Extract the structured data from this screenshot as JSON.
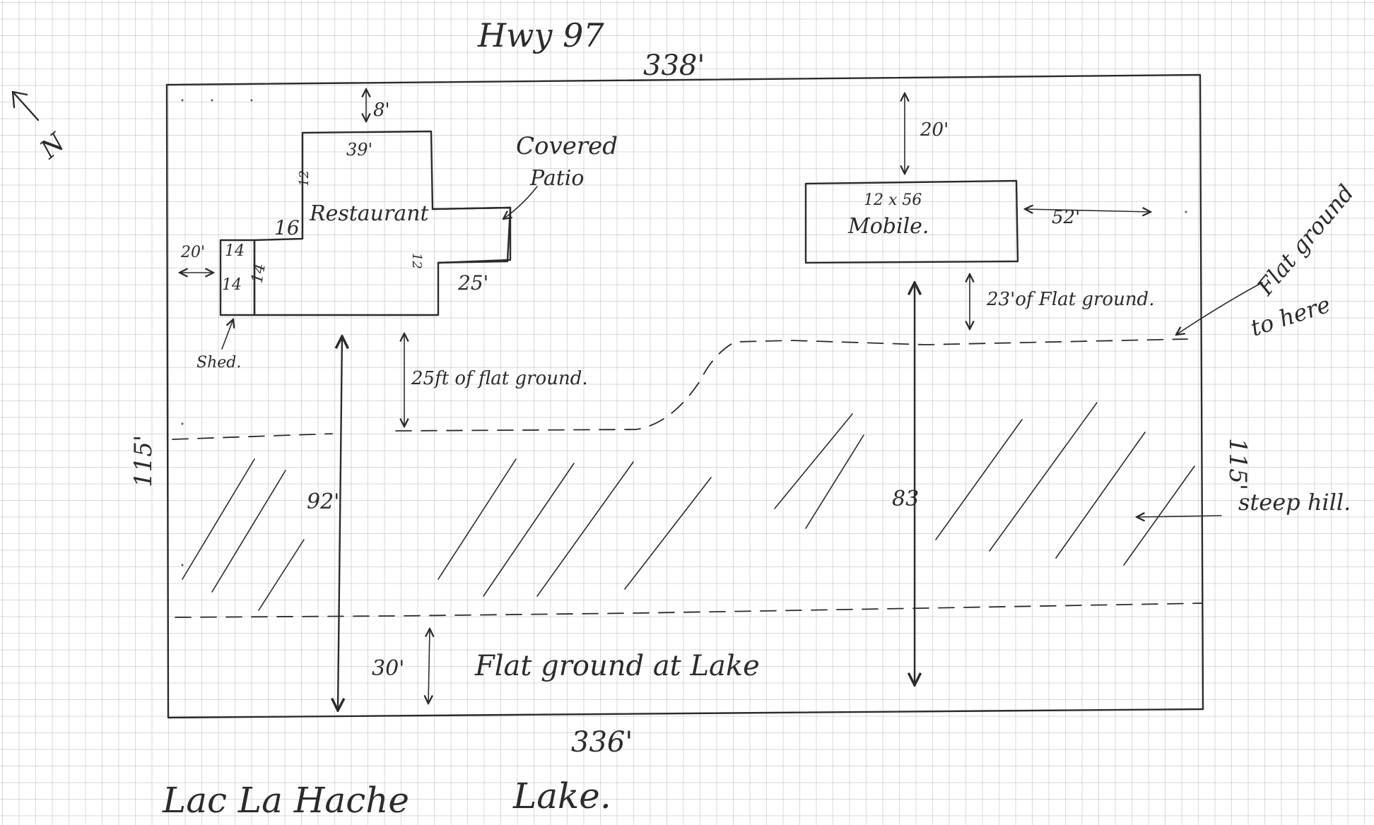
{
  "map": {
    "road": "Hwy 97",
    "top_frontage": "338'",
    "bottom_frontage": "336'",
    "left_depth": "115'",
    "right_depth": "115'",
    "lake_name_left": "Lac La Hache",
    "lake_name_right": "Lake.",
    "north_label": "N"
  },
  "restaurant": {
    "label": "Restaurant",
    "setback_top": "8'",
    "width_top": "39'",
    "side_left": "16",
    "small_left": "12",
    "small_right": "12",
    "patio_label_line1": "Covered",
    "patio_label_line2": "Patio",
    "patio_width": "25'"
  },
  "shed": {
    "label": "Shed.",
    "top": "14",
    "side": "14",
    "right_side": "14",
    "offset": "20'"
  },
  "mobile": {
    "size": "12 x 56",
    "label": "Mobile.",
    "setback_top": "20'",
    "setback_right": "52'",
    "flat_ground": "23'of Flat ground.",
    "flat_ground_note_line1": "Flat ground",
    "flat_ground_note_line2": "to here"
  },
  "grounds": {
    "left_flat": "25ft of flat ground.",
    "left_depth": "92'",
    "right_depth": "83",
    "lake_flat_depth": "30'",
    "lake_flat": "Flat ground at Lake",
    "steep_hill": "steep hill."
  }
}
